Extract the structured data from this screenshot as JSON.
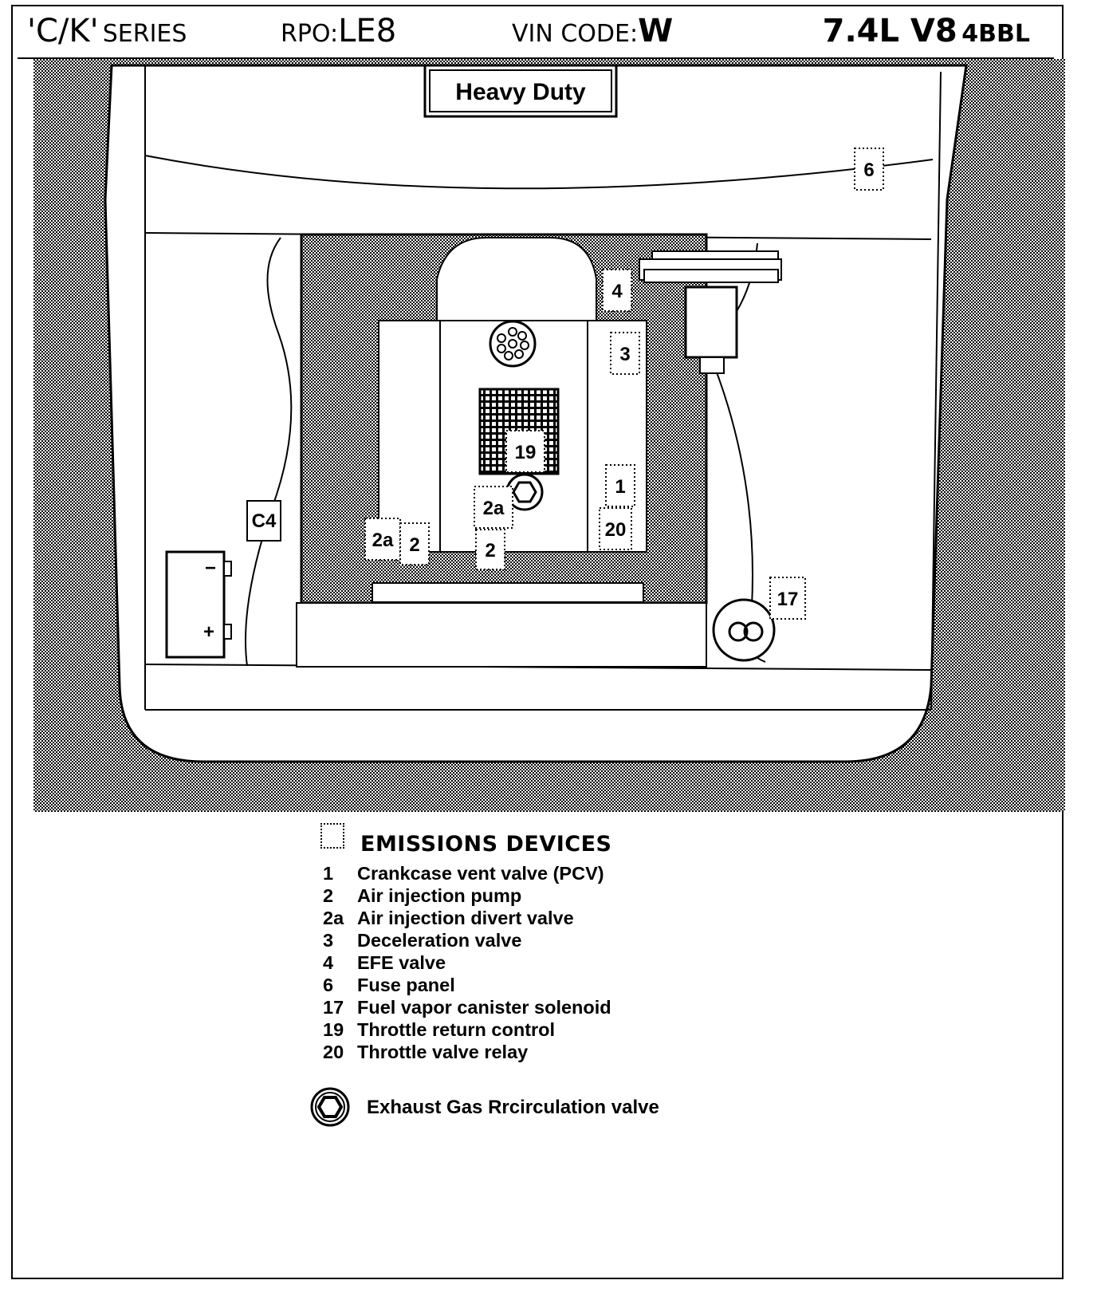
{
  "header": {
    "series": "'C/K'",
    "series_suffix": "SERIES",
    "rpo_label": "RPO:",
    "rpo_value": "LE8",
    "vin_label": "VIN CODE:",
    "vin_value": "W",
    "engine": "7.4L V8",
    "engine_suffix": "4BBL"
  },
  "diagram": {
    "badge": "Heavy Duty",
    "c4_label": "C4",
    "battery_neg": "−",
    "battery_pos": "+",
    "callouts": [
      "6",
      "4",
      "3",
      "19",
      "1",
      "2a",
      "20",
      "2a",
      "2",
      "2",
      "17"
    ]
  },
  "legend": {
    "title": "EMISSIONS DEVICES",
    "items": [
      {
        "num": "1",
        "label": "Crankcase vent valve (PCV)"
      },
      {
        "num": "2",
        "label": "Air injection pump"
      },
      {
        "num": "2a",
        "label": "Air injection divert valve"
      },
      {
        "num": "3",
        "label": "Deceleration valve"
      },
      {
        "num": "4",
        "label": "EFE valve"
      },
      {
        "num": "6",
        "label": "Fuse panel"
      },
      {
        "num": "17",
        "label": "Fuel vapor canister solenoid"
      },
      {
        "num": "19",
        "label": "Throttle return control"
      },
      {
        "num": "20",
        "label": "Throttle valve relay"
      }
    ],
    "egr_label": "Exhaust Gas Rrcirculation valve",
    "egr_icon": "egr-valve-icon"
  },
  "colors": {
    "ink": "#000000",
    "paper": "#ffffff"
  }
}
